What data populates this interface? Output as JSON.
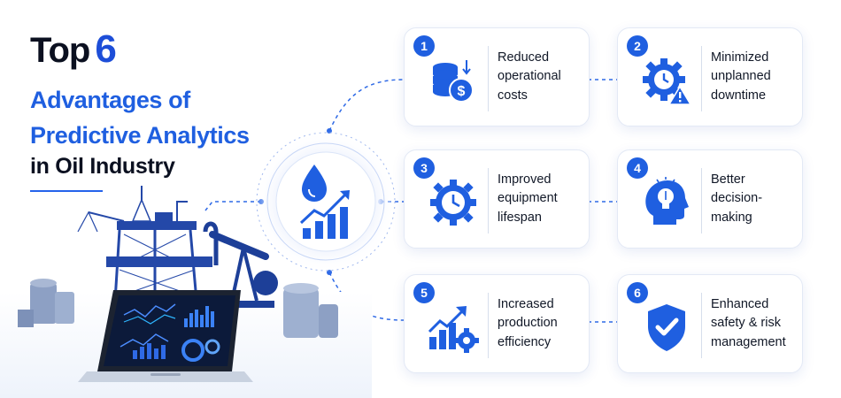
{
  "title": {
    "top_word": "Top",
    "top_number": "6",
    "line1": "Advantages of",
    "line2": "Predictive Analytics",
    "line3": "in Oil Industry"
  },
  "colors": {
    "primary_blue": "#1f5fe0",
    "dark_text": "#0b1020",
    "card_border": "#e3e9f5"
  },
  "hub": {
    "icon": "oil-drop-growth-chart-icon"
  },
  "illustration": {
    "items": [
      "oil-rig-icon",
      "pump-jack-icon",
      "storage-tanks-icon",
      "laptop-dashboard-icon"
    ]
  },
  "advantages": [
    {
      "number": "1",
      "label": "Reduced operational costs",
      "icon": "coins-dollar-icon"
    },
    {
      "number": "2",
      "label": "Minimized unplanned downtime",
      "icon": "gear-clock-warning-icon"
    },
    {
      "number": "3",
      "label": "Improved equipment lifespan",
      "icon": "gear-clock-icon"
    },
    {
      "number": "4",
      "label": "Better decision-making",
      "icon": "head-lightbulb-icon"
    },
    {
      "number": "5",
      "label": "Increased production efficiency",
      "icon": "growth-gear-icon"
    },
    {
      "number": "6",
      "label": "Enhanced safety & risk management",
      "icon": "shield-check-icon"
    }
  ]
}
